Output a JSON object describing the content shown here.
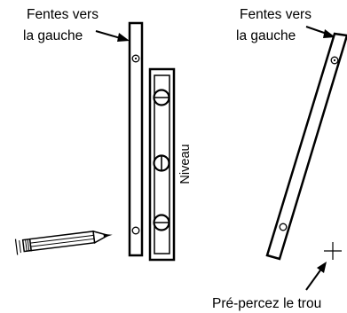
{
  "labels": {
    "left_slots_line1": "Fentes vers",
    "left_slots_line2": "la gauche",
    "right_slots_line1": "Fentes vers",
    "right_slots_line2": "la gauche",
    "level": "Niveau",
    "predrill": "Pré-percez le trou"
  },
  "icons": {
    "pencil": "pencil-icon",
    "level_tool": "level-tool-icon",
    "screw": "screw-icon"
  },
  "colors": {
    "ink": "#000000",
    "background": "#ffffff"
  }
}
